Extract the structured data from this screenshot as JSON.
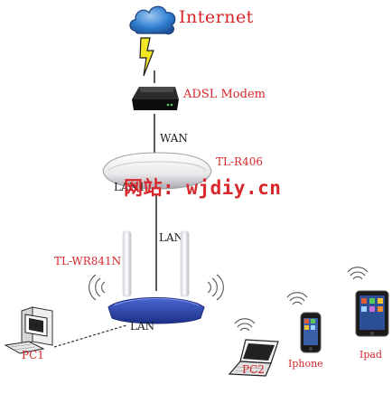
{
  "nodes": {
    "internet": "Internet",
    "modem": "ADSL Modem",
    "router_main": "TL-R406",
    "router_wifi": "TL-WR841N",
    "pc1": "PC1",
    "pc2": "PC2",
    "iphone": "Iphone",
    "ipad": "Ipad"
  },
  "links": {
    "wan": "WAN",
    "lan_main_port": "LAN1",
    "lan_uplink": "LAN",
    "lan_pc": "LAN"
  },
  "watermark": "网站: wjdiy.cn",
  "colors": {
    "accent_red": "#d8262a",
    "cloud_blue": "#2f7ed0",
    "lightning_yellow": "#f3e623",
    "router_blue": "#2c49b5"
  }
}
